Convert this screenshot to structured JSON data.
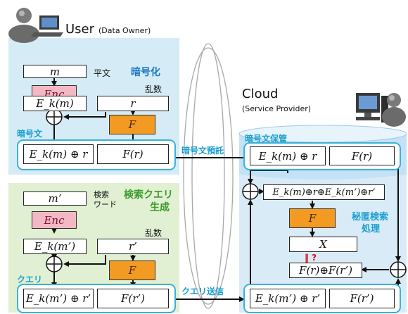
{
  "user": {
    "title": "User",
    "subtitle": "(Data Owner)",
    "plaintext": "m",
    "plaintext_label": "平文",
    "section_encrypt": "暗号化",
    "enc": "Enc",
    "random_label": "乱数",
    "ek_m": "E_k(m)",
    "r": "r",
    "f": "F",
    "ciphertext_label": "暗号文",
    "cipher_left": "E_k(m) ⊕ r",
    "cipher_right": "F(r)"
  },
  "query": {
    "keyword": "m’",
    "keyword_label_1": "検索",
    "keyword_label_2": "ワード",
    "section_title_1": "検索クエリ",
    "section_title_2": "生成",
    "enc": "Enc",
    "random_label": "乱数",
    "ek_m2": "E_k(m’)",
    "r2": "r’",
    "f": "F",
    "query_label": "クエリ",
    "query_left": "E_k(m’) ⊕ r’",
    "query_right": "F(r’)"
  },
  "arrows": {
    "deposit": "暗号文預託",
    "send_query": "クエリ送信"
  },
  "cloud": {
    "title": "Cloud",
    "subtitle": "(Service Provider)",
    "storage_label": "暗号文保管",
    "stored_left": "E_k(m) ⊕ r",
    "stored_right": "F(r)",
    "xor_result": "E_k(m)⊕r⊕E_k(m’)⊕r’",
    "f": "F",
    "secret_search_1": "秘匿検索",
    "secret_search_2": "処理",
    "x": "X",
    "compare": "‖ ?",
    "f_combined": "F(r)⊕F(r’)",
    "query_left": "E_k(m’) ⊕ r’",
    "query_right": "F(r’)"
  },
  "colors": {
    "user_panel": "#d5ecf6",
    "query_panel": "#e1f0d2",
    "cloud_panel": "#d9ebf7",
    "enc_box": "#f2b8c3",
    "f_box": "#f29a22",
    "group_border": "#3ab2d8",
    "label_cyan": "#1a9fd0",
    "label_green": "#3a9a2a",
    "label_blue": "#1878c8",
    "compare_red": "#d0101a"
  },
  "icons": [
    "user-computer-icon",
    "cloud-server-icon",
    "xor-icon"
  ]
}
